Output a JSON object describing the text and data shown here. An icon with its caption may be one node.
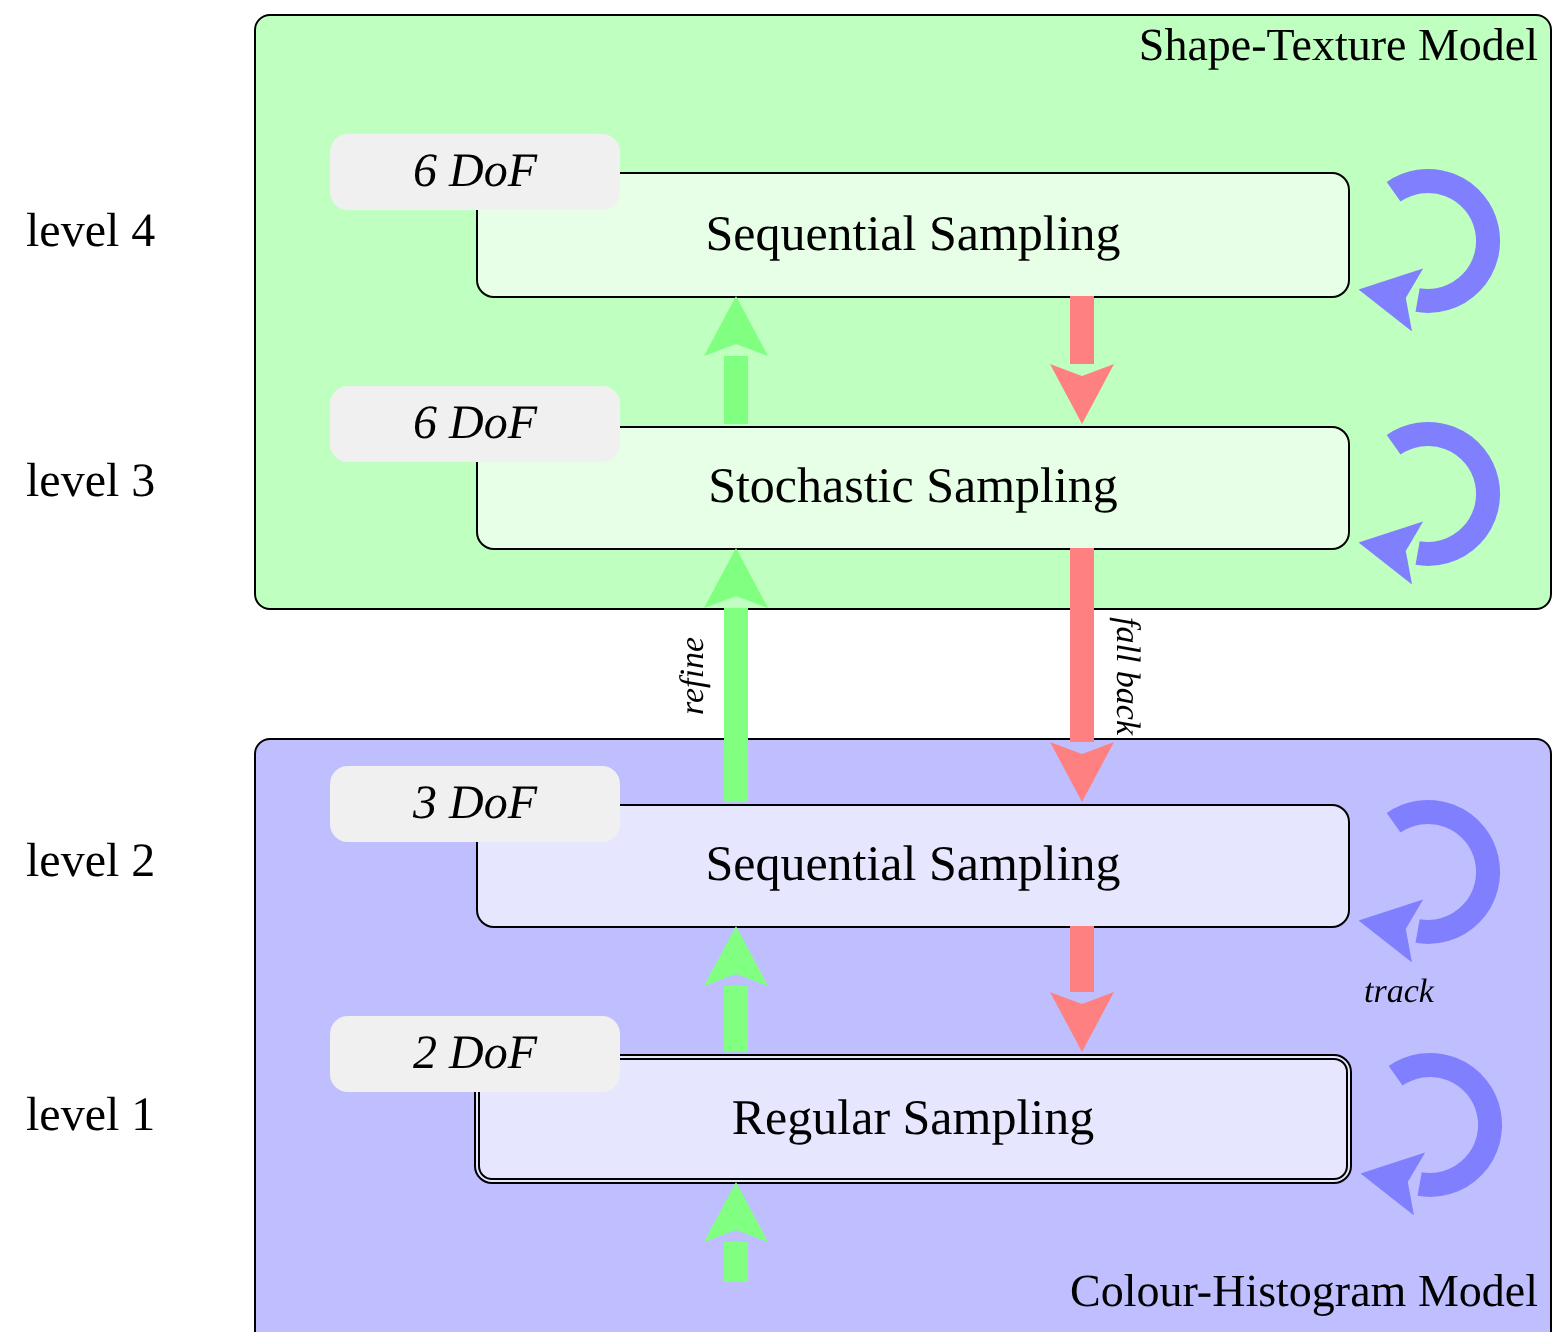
{
  "diagram": {
    "nodes": [
      {
        "text": [
          "Shape-Texture Model"
        ]
      },
      {
        "text": [
          "6 DoF"
        ],
        "in": 0
      },
      {
        "text": [
          "Sequential Sampling"
        ],
        "in": 0
      },
      {
        "text": [
          "6 DoF"
        ],
        "in": 0
      },
      {
        "text": [
          "Stochastic Sampling"
        ],
        "in": 0
      },
      {
        "text": [
          "Colour-Histogram Model"
        ]
      },
      {
        "text": [
          "3 DoF"
        ],
        "in": 5
      },
      {
        "text": [
          "Sequential Sampling"
        ],
        "in": 5
      },
      {
        "text": [
          "2 DoF"
        ],
        "in": 5
      },
      {
        "text": [
          "Regular Sampling"
        ],
        "in": 5
      }
    ],
    "edges": [
      {
        "from": 4,
        "to": 2,
        "arrow": "to",
        "color": "#80ff80"
      },
      {
        "from": 7,
        "to": 4,
        "arrow": "to",
        "color": "#80ff80",
        "label": "refine"
      },
      {
        "from": 9,
        "to": 7,
        "arrow": "to",
        "color": "#80ff80"
      },
      {
        "from": null,
        "to": 9,
        "arrow": "to",
        "color": "#80ff80"
      },
      {
        "from": 2,
        "to": 4,
        "arrow": "to",
        "color": "#ff8080"
      },
      {
        "from": 4,
        "to": 7,
        "arrow": "to",
        "color": "#ff8080",
        "label": "fall back"
      },
      {
        "from": 7,
        "to": 9,
        "arrow": "to",
        "color": "#ff8080"
      },
      {
        "from": 2,
        "to": 2,
        "arrow": "to",
        "color": "#8080ff"
      },
      {
        "from": 4,
        "to": 4,
        "arrow": "to",
        "color": "#8080ff"
      },
      {
        "from": 7,
        "to": 7,
        "arrow": "to",
        "color": "#8080ff"
      },
      {
        "from": 9,
        "to": 9,
        "arrow": "to",
        "color": "#8080ff"
      }
    ],
    "labels": [
      "level 4",
      "level 3",
      "level 2",
      "level 1",
      "track"
    ]
  }
}
